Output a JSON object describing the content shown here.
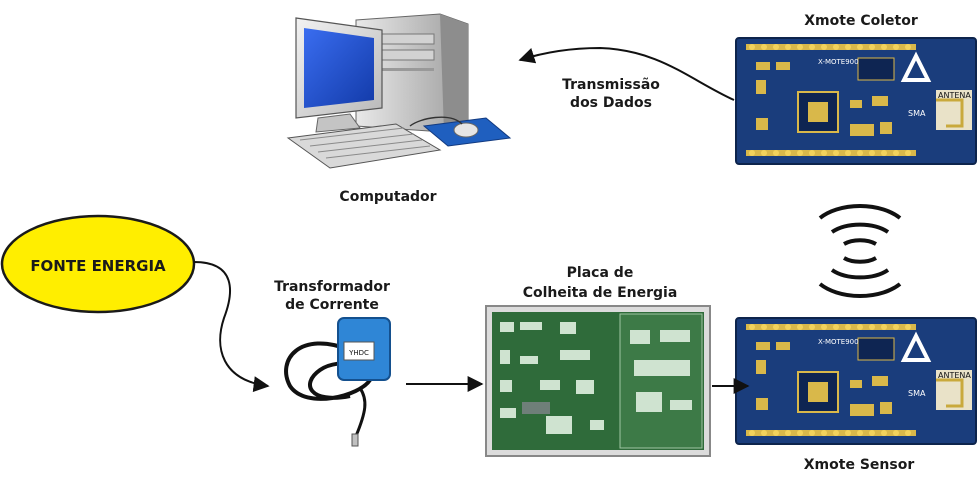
{
  "nodes": {
    "collector": {
      "title": "Xmote Coletor",
      "board_label": "X-MOTE900",
      "antenna_label": "ANTENA",
      "sma_label": "SMA"
    },
    "computer": {
      "caption": "Computador"
    },
    "transmission": {
      "line1": "Transmissão",
      "line2": "dos Dados"
    },
    "source": {
      "label": "FONTE ENERGIA"
    },
    "transformer": {
      "line1": "Transformador",
      "line2": "de Corrente",
      "device_label": "YHDC"
    },
    "harvester": {
      "line1": "Placa de",
      "line2": "Colheita de Energia"
    },
    "sensor": {
      "title": "Xmote Sensor",
      "board_label": "X-MOTE900",
      "antenna_label": "ANTENA",
      "sma_label": "SMA"
    }
  },
  "colors": {
    "pcb_blue": "#1a3d7c",
    "pcb_green": "#2f6b3a",
    "ellipse_fill": "#ffee00",
    "ellipse_stroke": "#1a1a1a",
    "sensor_clamp": "#2f86d6",
    "arrow": "#111111",
    "monitor_screen": "#1f4fd6"
  },
  "icons": [
    "computer-icon",
    "pcb-board-icon",
    "wireless-signal-icon",
    "current-clamp-icon",
    "harvester-board-icon"
  ]
}
